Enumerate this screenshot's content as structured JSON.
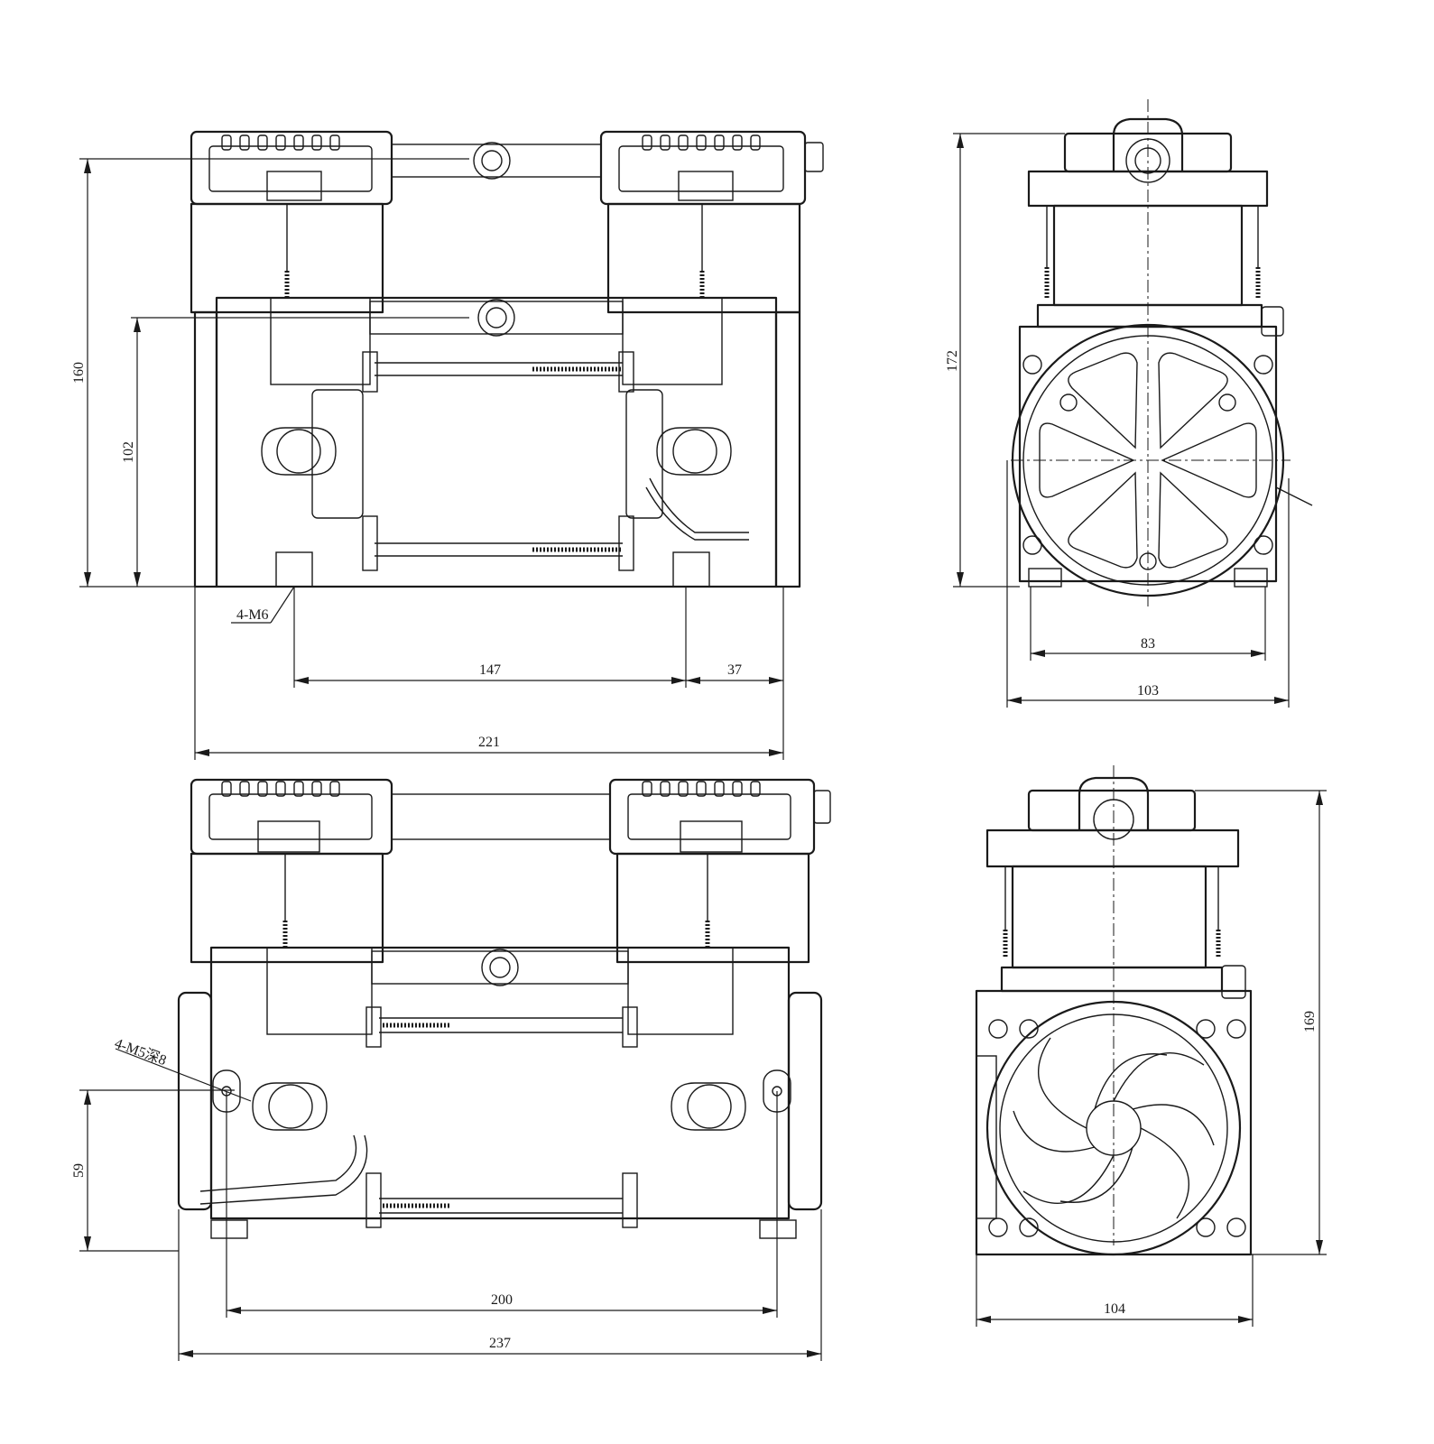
{
  "dimensions": {
    "front_total_height": "160",
    "front_port_height": "102",
    "front_hole_spacing": "147",
    "front_hole_offset": "37",
    "front_total_width": "221",
    "front_mount_label": "4-M6",
    "side_top_height": "172",
    "side_top_base_inner": "83",
    "side_top_base_outer": "103",
    "bottom_mount_height": "59",
    "bottom_mount_label": "4-M5深8",
    "bottom_hole_spacing": "200",
    "bottom_total_width": "237",
    "side_bottom_width": "104",
    "side_bottom_height": "169"
  }
}
